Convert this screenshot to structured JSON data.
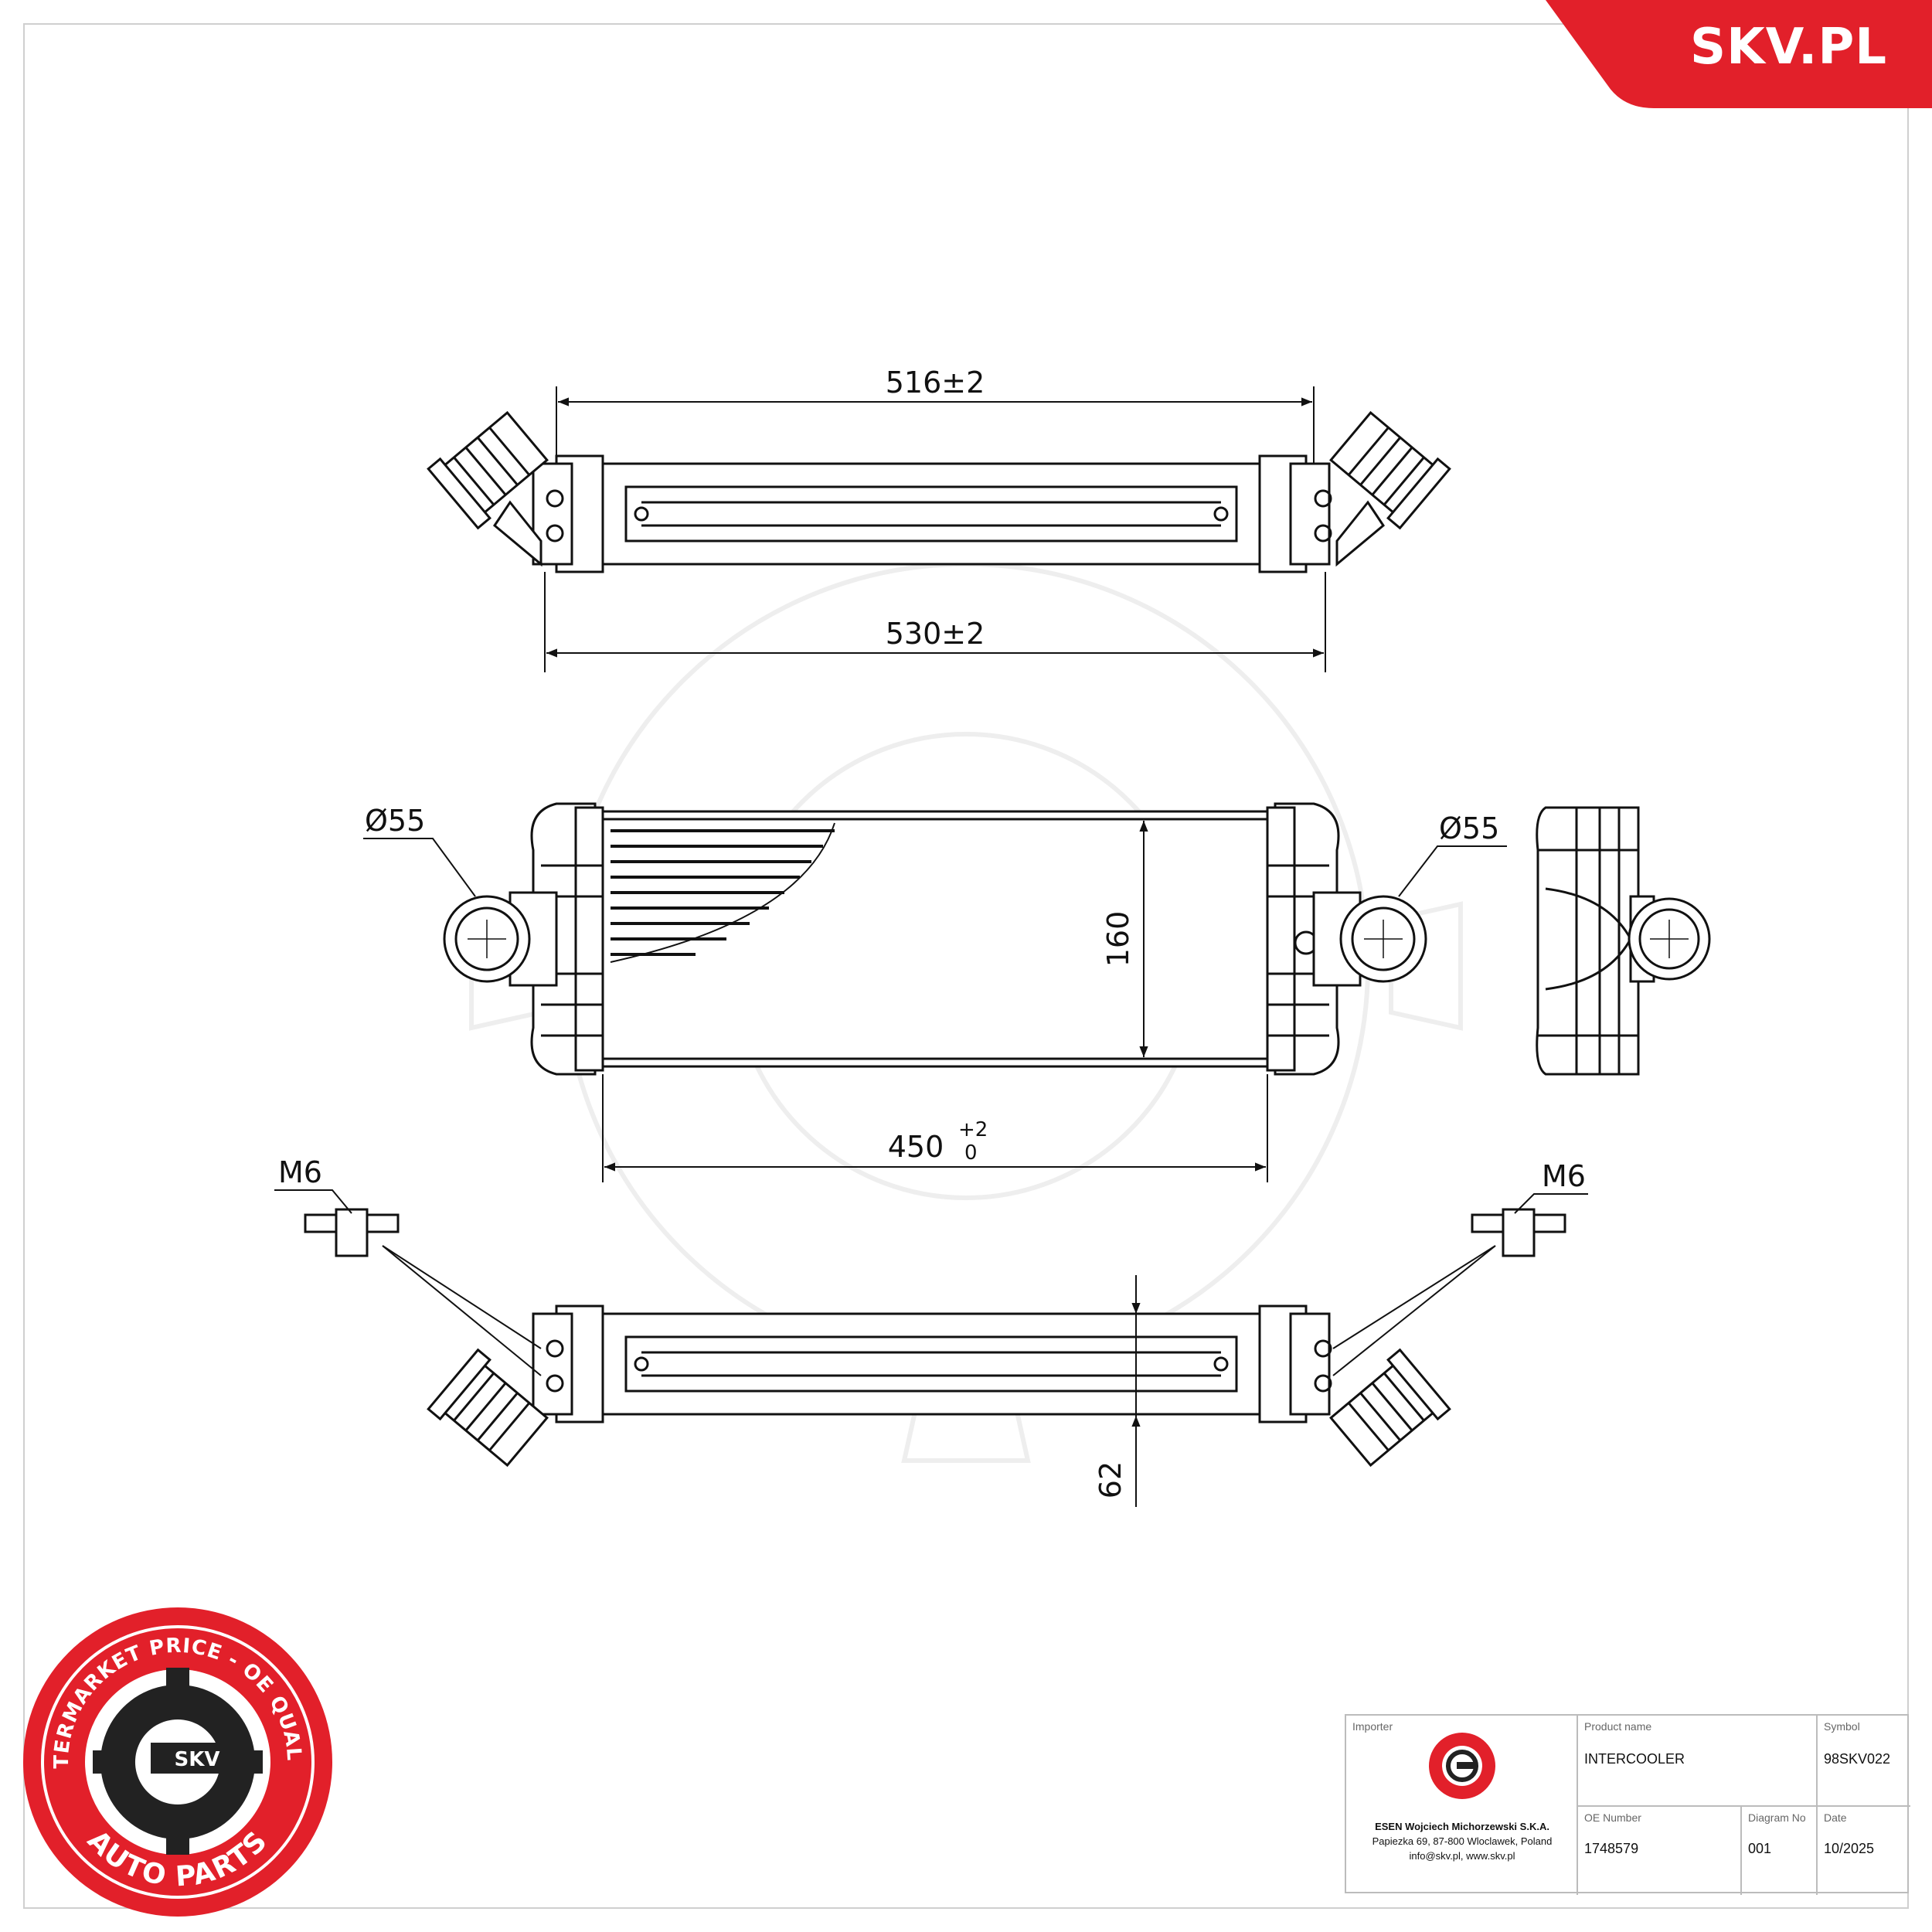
{
  "brand": {
    "site": "SKV.PL",
    "tab_color": "#e2202a"
  },
  "dimensions": {
    "top_width": "516±2",
    "bottom_width": "530±2",
    "diameter_left": "Ø55",
    "diameter_right": "Ø55",
    "height": "160",
    "core_width_base": "450",
    "core_width_tol_upper": "+2",
    "core_width_tol_lower": "0",
    "depth": "62",
    "thread_left": "M6",
    "thread_right": "M6"
  },
  "badge": {
    "ring_text_top": "AFTERMARKET PRICE - OE QUALITY",
    "ring_text_bottom": "AUTO PARTS",
    "center": "SKV",
    "ring_color": "#e2202a"
  },
  "title_block": {
    "importer_caption": "Importer",
    "importer_name": "ESEN Wojciech Michorzewski S.K.A.",
    "importer_address": "Papiezka 69, 87-800 Wloclawek, Poland",
    "importer_contact": "info@skv.pl, www.skv.pl",
    "product_caption": "Product name",
    "product_value": "INTERCOOLER",
    "symbol_caption": "Symbol",
    "symbol_value": "98SKV022",
    "oe_caption": "OE Number",
    "oe_value": "1748579",
    "diagram_caption": "Diagram No",
    "diagram_value": "001",
    "date_caption": "Date",
    "date_value": "10/2025"
  }
}
